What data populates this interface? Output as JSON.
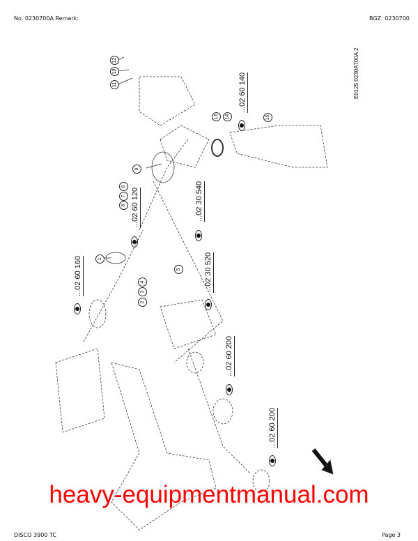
{
  "header": {
    "left": "No. 0230700A   Remark:",
    "right": "BGZ: 0230700"
  },
  "footer": {
    "left": "DISCO 3900 TC",
    "right": "Page 3"
  },
  "drawing_code": "E0125 0230A700A 2",
  "references": [
    "...02 60 120",
    "...02 30 540",
    "...02 60 140",
    "...02 60 160",
    "...02 30 520",
    "...02 60 200",
    "...02 60 200"
  ],
  "part_numbers": [
    "1",
    "2",
    "3",
    "4",
    "5",
    "6",
    "7",
    "8",
    "9",
    "10",
    "11",
    "12",
    "13",
    "14",
    "15"
  ],
  "watermark": "heavy-equipmentmanual.com",
  "icons": {
    "reference": "eye-icon",
    "direction": "arrow-down-right-icon"
  }
}
